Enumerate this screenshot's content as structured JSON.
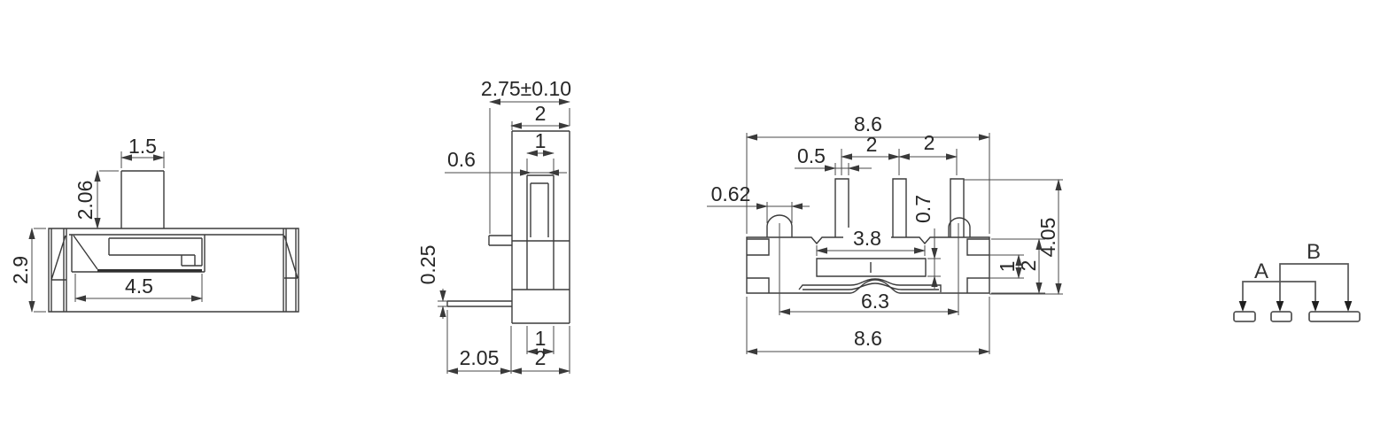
{
  "drawing": {
    "side_view": {
      "knob_width": "1.5",
      "knob_height": "2.06",
      "body_height": "2.9",
      "cavity_width": "4.5"
    },
    "end_view": {
      "total_width": "2.75±0.10",
      "cap_width": "2",
      "slot_width": "1",
      "slot_inner_width": "0.6",
      "pin_thickness": "0.25",
      "pin_length": "2.05",
      "base_inner_width": "1",
      "base_width": "2"
    },
    "top_view": {
      "overall_width_top": "8.6",
      "pin_width": "0.5",
      "pin_pitch_1": "2",
      "pin_pitch_2": "2",
      "tab_width": "0.62",
      "window_height": "0.7",
      "overall_height": "4.05",
      "window_width": "3.8",
      "notch_gap": "1",
      "body_height": "2",
      "terminal_span": "6.3",
      "overall_width_bottom": "8.6"
    },
    "schematic": {
      "pole_a": "A",
      "pole_b": "B"
    },
    "colors": {
      "line": "#3b3b3b",
      "text": "#262626"
    }
  }
}
